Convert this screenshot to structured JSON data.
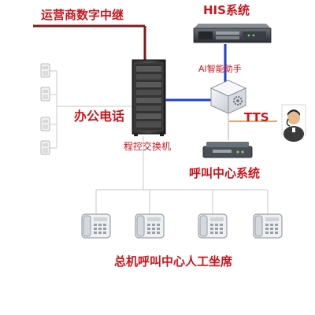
{
  "labels": {
    "carrier_trunk": "运营商数字中继",
    "his": "HIS系统",
    "ai_assistant": "AI智能助手",
    "office_phone": "办公电话",
    "pbx": "程控交换机",
    "tts": "TTS",
    "call_center": "呼叫中心系统",
    "agents": "总机呼叫中心人工坐席"
  },
  "colors": {
    "label_red": "#c8161d",
    "trunk_line": "#7a1d1d",
    "link_blue": "#1f3fd1",
    "tts_line": "#d9a86c",
    "grey_line": "#bfbfbf"
  },
  "icons": {
    "office_phones": [
      "phone-icon",
      "phone-icon",
      "phone-icon",
      "phone-icon",
      "phone-icon"
    ],
    "agent_phones": [
      "desk-phone-icon",
      "desk-phone-icon",
      "desk-phone-icon",
      "desk-phone-icon"
    ]
  }
}
